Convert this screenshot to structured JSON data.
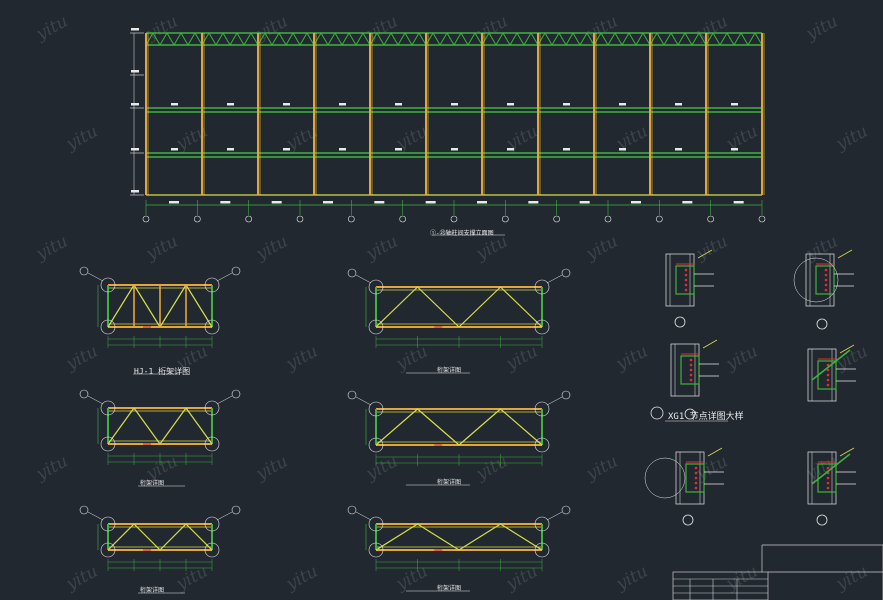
{
  "drawing": {
    "elevation_title": "①-㉓轴柱间支撑立面图",
    "titles": {
      "truss_hj1": "HJ-1 桁架详图",
      "truss_a": "桁架详图",
      "truss_b": "桁架详图",
      "truss_c": "桁架详图",
      "truss_d": "桁架详图",
      "truss_e": "桁架详图",
      "node_xg1": "XG1 节点详图大样"
    },
    "watermark": "yitu",
    "colors": {
      "background": "#212830",
      "column": "#e8a33b",
      "beam": "#3fb23f",
      "brace": "#d7df4a",
      "dimension": "#3fb23f",
      "text": "#e8e8e8",
      "detail_red": "#e03030",
      "title_block": "#cfcfcf"
    }
  }
}
